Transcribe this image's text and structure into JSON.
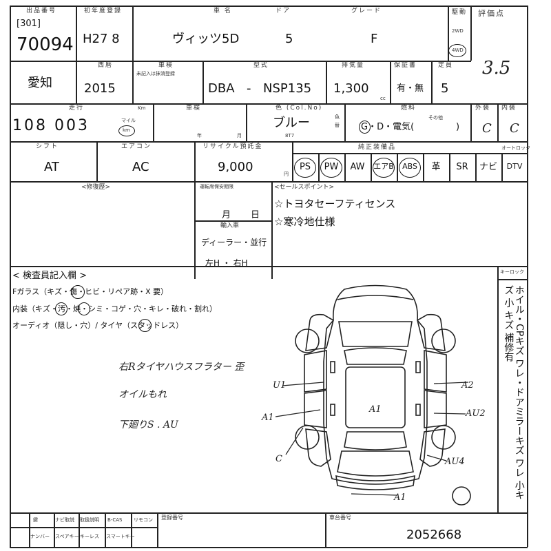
{
  "header": {
    "auction_no_label": "出品番号",
    "lot_prefix": "[301]",
    "lot_number": "70094",
    "first_reg_label": "初年度登録",
    "first_reg_value": "H27 8",
    "car_name_label": "車 名",
    "car_name": "ヴィッツ5D",
    "doors_label": "ドア",
    "doors": "5",
    "grade_label": "グレード",
    "grade": "F",
    "drive_label": "駆動",
    "drive_2wd": "2WD",
    "drive_4wd": "4WD",
    "score_label": "評価点",
    "score": "3.5"
  },
  "row2": {
    "pref": "愛知",
    "year_label": "西暦",
    "year": "2015",
    "inspection_label": "車検",
    "inspection_note": "未記入は抹消登録",
    "model_label": "型式",
    "model_prefix": "DBA",
    "model_dash": "-",
    "model_code": "NSP135",
    "displacement_label": "排気量",
    "displacement": "1,300",
    "cc_unit": "cc",
    "warranty_label": "保証書",
    "warranty": "有・無",
    "capacity_label": "定員",
    "capacity": "5"
  },
  "row3": {
    "mileage_label": "走行",
    "mileage": "108 003",
    "mileage_unit_mile": "マイル",
    "mileage_unit_km": "km",
    "mileage_sub": "Km",
    "history_label": "車検",
    "year_suffix": "年",
    "month_suffix": "月",
    "color_label": "色 (Col.No)",
    "color": "ブルー",
    "color_code": "8T7",
    "color_side_label": "色替",
    "fuel_label": "燃料",
    "fuel_options": "G・D・電気(",
    "fuel_other": "その他",
    "fuel_close": ")",
    "exterior_label": "外装",
    "exterior": "C",
    "interior_label": "内装",
    "interior": "C"
  },
  "row4": {
    "shift_label": "シフト",
    "shift": "AT",
    "ac_label": "エアコン",
    "ac": "AC",
    "recycle_label": "リサイクル預託金",
    "recycle": "9,000",
    "yen": "円",
    "equipment_label": "純正装備品",
    "options": [
      "PS",
      "PW",
      "AW",
      "エアB",
      "ABS",
      "革",
      "SR",
      "ナビ",
      "DTV"
    ],
    "other_label": "オートロック"
  },
  "row5": {
    "repair_label": "<修復歴>",
    "expiry_label": "運転席保安期限",
    "month_label": "月",
    "day_label": "日",
    "import_label": "輸入車",
    "import_type": "ディーラー・並行",
    "handle": "左H ・ 右H",
    "sales_label": "<セールスポイント>",
    "sales_points": [
      "☆トヨタセーフティセンス",
      "☆寒冷地仕様"
    ]
  },
  "inspector": {
    "title": "< 検査員記入欄 >",
    "glass": "Fガラス（キズ・傷・ヒビ・リペア跡・X 要）",
    "interior": "内装（キズ・汚・焼・シミ・コゲ・穴・キレ・破れ・割れ）",
    "audio": "オーディオ（隠し・穴）/ タイヤ（スタッドレス）",
    "notes": [
      "右Rタイヤハウスフラター 歪",
      "オイルもれ",
      "下廻りS . AU"
    ],
    "keyless": "キーロック"
  },
  "diagram": {
    "marks": [
      "U1",
      "A2",
      "A1",
      "A1",
      "AU2",
      "C",
      "AU4",
      "A1"
    ]
  },
  "side_text": "ホイル・CPキズ ワレ・ドアミラーキズ ワレ 小キズ 小 キズ 補修有",
  "footer": {
    "items_top": [
      "鍵",
      "ナビ取説",
      "取扱説明",
      "B-CAS",
      "リモコン"
    ],
    "items_bottom": [
      "ナンバー",
      "スペアキー",
      "キーレス",
      "スマートキー"
    ],
    "reg_no_label": "登録番号",
    "frame_label": "車台番号",
    "frame_no": "2052668"
  }
}
